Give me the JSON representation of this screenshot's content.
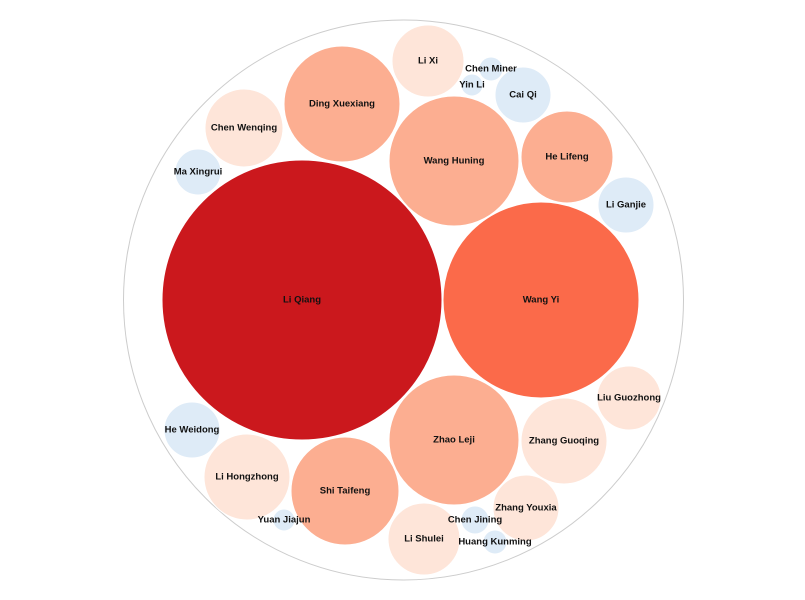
{
  "chart_data": {
    "type": "bubble",
    "title": "",
    "bubbles": [
      {
        "name": "Li Qiang",
        "value": 100,
        "color": "#cb181d"
      },
      {
        "name": "Wang Yi",
        "value": 47,
        "color": "#fb6a4a"
      },
      {
        "name": "Wang Huning",
        "value": 21,
        "color": "#fcae91"
      },
      {
        "name": "Zhao Leji",
        "value": 21,
        "color": "#fcae91"
      },
      {
        "name": "Ding Xuexiang",
        "value": 17,
        "color": "#fcae91"
      },
      {
        "name": "Shi Taifeng",
        "value": 15,
        "color": "#fcae91"
      },
      {
        "name": "He Lifeng",
        "value": 10.5,
        "color": "#fcae91"
      },
      {
        "name": "Zhang Guoqing",
        "value": 9,
        "color": "#fee5d9"
      },
      {
        "name": "Li Hongzhong",
        "value": 9,
        "color": "#fee5d9"
      },
      {
        "name": "Chen Wenqing",
        "value": 7.5,
        "color": "#fee5d9"
      },
      {
        "name": "Li Xi",
        "value": 6.5,
        "color": "#fee5d9"
      },
      {
        "name": "Li Shulei",
        "value": 6.5,
        "color": "#fee5d9"
      },
      {
        "name": "Zhang Youxia",
        "value": 5,
        "color": "#fee5d9"
      },
      {
        "name": "Liu Guozhong",
        "value": 5,
        "color": "#fee5d9"
      },
      {
        "name": "Cai Qi",
        "value": 3.8,
        "color": "#deebf7"
      },
      {
        "name": "Li Ganjie",
        "value": 3.8,
        "color": "#deebf7"
      },
      {
        "name": "He Weidong",
        "value": 3.8,
        "color": "#deebf7"
      },
      {
        "name": "Ma Xingrui",
        "value": 2.5,
        "color": "#deebf7"
      },
      {
        "name": "Chen Jining",
        "value": 1,
        "color": "#deebf7"
      },
      {
        "name": "Huang Kunming",
        "value": 1,
        "color": "#deebf7"
      },
      {
        "name": "Chen Miner",
        "value": 0.8,
        "color": "#deebf7"
      },
      {
        "name": "Yin Li",
        "value": 0.7,
        "color": "#deebf7"
      },
      {
        "name": "Yuan Jiajun",
        "value": 0.7,
        "color": "#deebf7"
      }
    ],
    "enclosing_circle": {
      "stroke": "#cccccc",
      "fill": "#ffffff"
    }
  }
}
